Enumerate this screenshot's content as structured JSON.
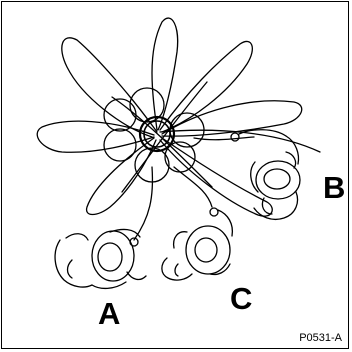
{
  "figure": {
    "labels": {
      "a": "A",
      "b": "B",
      "c": "C"
    },
    "reference_code": "P0531-A"
  },
  "colors": {
    "line": "#000000",
    "background": "#ffffff"
  }
}
